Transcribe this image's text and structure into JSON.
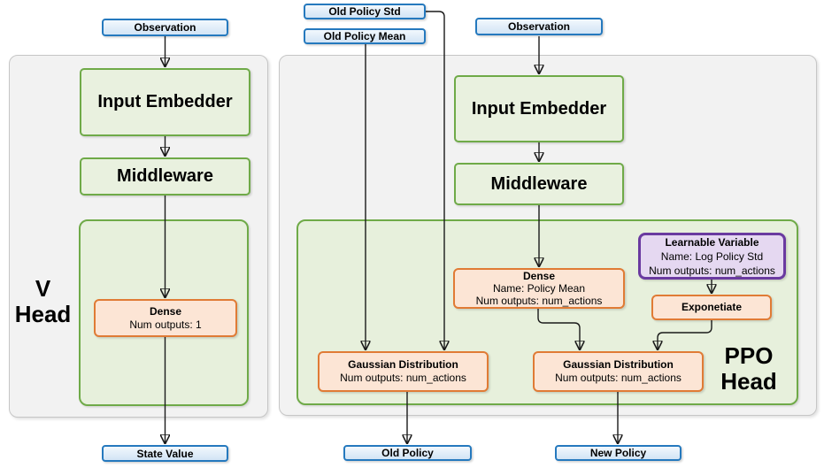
{
  "diagram": {
    "v_head": {
      "label_line1": "V",
      "label_line2": "Head",
      "observation": "Observation",
      "input_embedder": "Input Embedder",
      "middleware": "Middleware",
      "dense": {
        "title": "Dense",
        "line2": "Num outputs: 1"
      },
      "state_value": "State Value"
    },
    "ppo_head": {
      "label_line1": "PPO",
      "label_line2": "Head",
      "old_policy_std": "Old Policy Std",
      "old_policy_mean": "Old Policy Mean",
      "observation": "Observation",
      "input_embedder": "Input Embedder",
      "middleware": "Middleware",
      "dense_policy_mean": {
        "title": "Dense",
        "line2": "Name: Policy Mean",
        "line3": "Num outputs: num_actions"
      },
      "learnable_variable": {
        "title": "Learnable Variable",
        "line2": "Name: Log Policy Std",
        "line3": "Num outputs: num_actions"
      },
      "exponetiate": "Exponetiate",
      "gaussian_old": {
        "title": "Gaussian Distribution",
        "line2": "Num outputs: num_actions"
      },
      "gaussian_new": {
        "title": "Gaussian Distribution",
        "line2": "Num outputs: num_actions"
      },
      "old_policy": "Old Policy",
      "new_policy": "New Policy"
    },
    "colors": {
      "blue_border": "#2579be",
      "blue_fill": "#d2e4f5",
      "green_border": "#6faa48",
      "green_fill": "#e9f1df",
      "orange_border": "#e07b35",
      "orange_fill": "#fce5d5",
      "purple_border": "#6a3aa0",
      "purple_fill": "#e5d8f1",
      "container_gray": "#f2f2f2",
      "connector": "#1a1a1a"
    }
  }
}
